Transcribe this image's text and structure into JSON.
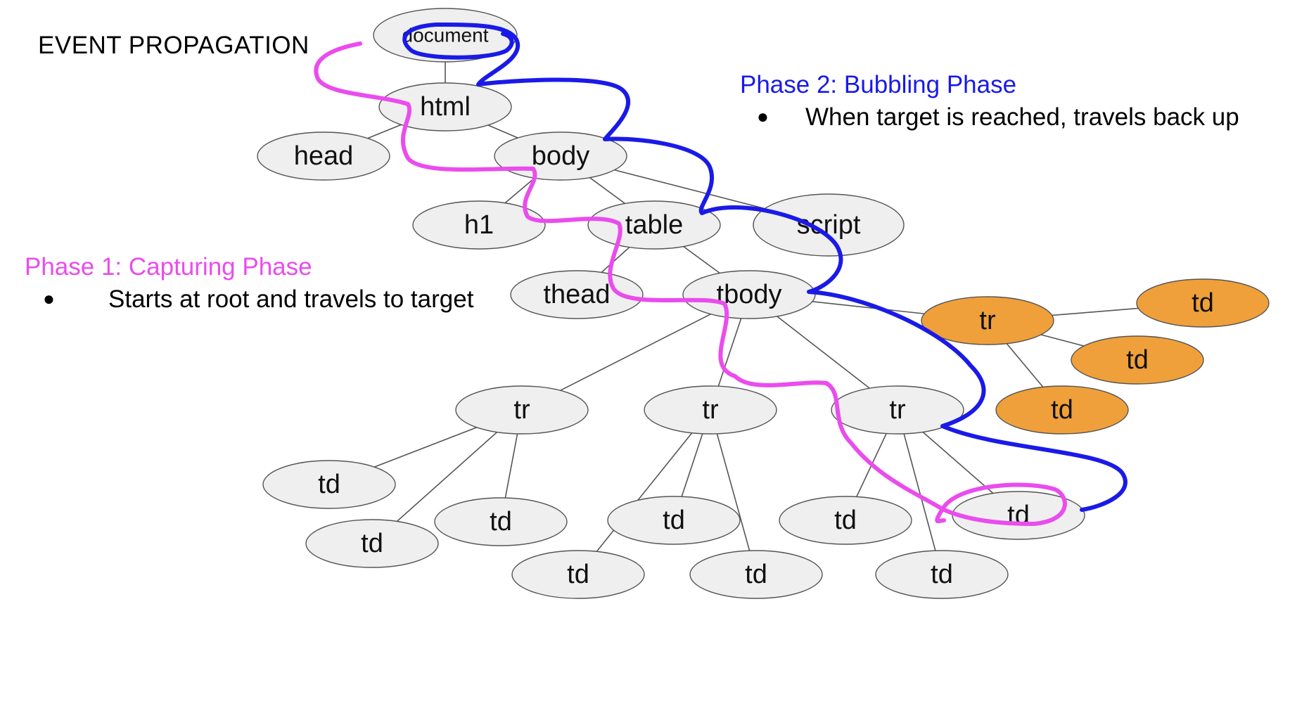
{
  "title": "EVENT PROPAGATION",
  "phase1": {
    "heading": "Phase 1: Capturing Phase",
    "bullet": "Starts at root and travels to target",
    "color": "#ea4ced"
  },
  "phase2": {
    "heading": "Phase 2: Bubbling Phase",
    "bullet": "When target is reached, travels back up",
    "color": "#1a1ae8"
  },
  "colors": {
    "node_fill": "#efefef",
    "node_stroke": "#555555",
    "highlight_fill": "#f0a03a",
    "edge": "#555555"
  },
  "tree": {
    "nodes": {
      "document": {
        "label": "document",
        "highlight": false
      },
      "html": {
        "label": "html",
        "highlight": false
      },
      "head": {
        "label": "head",
        "highlight": false
      },
      "body": {
        "label": "body",
        "highlight": false
      },
      "h1": {
        "label": "h1",
        "highlight": false
      },
      "table": {
        "label": "table",
        "highlight": false
      },
      "script": {
        "label": "script",
        "highlight": false
      },
      "thead": {
        "label": "thead",
        "highlight": false
      },
      "tbody": {
        "label": "tbody",
        "highlight": false
      },
      "tr_orange": {
        "label": "tr",
        "highlight": true
      },
      "td_o1": {
        "label": "td",
        "highlight": true
      },
      "td_o2": {
        "label": "td",
        "highlight": true
      },
      "td_o3": {
        "label": "td",
        "highlight": true
      },
      "tr1": {
        "label": "tr",
        "highlight": false
      },
      "tr2": {
        "label": "tr",
        "highlight": false
      },
      "tr3": {
        "label": "tr",
        "highlight": false
      },
      "td1a": {
        "label": "td",
        "highlight": false
      },
      "td1b": {
        "label": "td",
        "highlight": false
      },
      "td1c": {
        "label": "td",
        "highlight": false
      },
      "td2a": {
        "label": "td",
        "highlight": false
      },
      "td2b": {
        "label": "td",
        "highlight": false
      },
      "td2c": {
        "label": "td",
        "highlight": false
      },
      "td3a": {
        "label": "td",
        "highlight": false
      },
      "td3b": {
        "label": "td",
        "highlight": false
      },
      "td3c": {
        "label": "td",
        "highlight": false
      }
    },
    "edges": [
      [
        "document",
        "html"
      ],
      [
        "html",
        "head"
      ],
      [
        "html",
        "body"
      ],
      [
        "body",
        "h1"
      ],
      [
        "body",
        "table"
      ],
      [
        "body",
        "script"
      ],
      [
        "table",
        "thead"
      ],
      [
        "table",
        "tbody"
      ],
      [
        "tbody",
        "tr_orange"
      ],
      [
        "tr_orange",
        "td_o1"
      ],
      [
        "tr_orange",
        "td_o2"
      ],
      [
        "tr_orange",
        "td_o3"
      ],
      [
        "tbody",
        "tr1"
      ],
      [
        "tbody",
        "tr2"
      ],
      [
        "tbody",
        "tr3"
      ],
      [
        "tr1",
        "td1a"
      ],
      [
        "tr1",
        "td1b"
      ],
      [
        "tr1",
        "td1c"
      ],
      [
        "tr2",
        "td2a"
      ],
      [
        "tr2",
        "td2b"
      ],
      [
        "tr2",
        "td2c"
      ],
      [
        "tr3",
        "td3a"
      ],
      [
        "tr3",
        "td3b"
      ],
      [
        "tr3",
        "td3c"
      ]
    ]
  }
}
